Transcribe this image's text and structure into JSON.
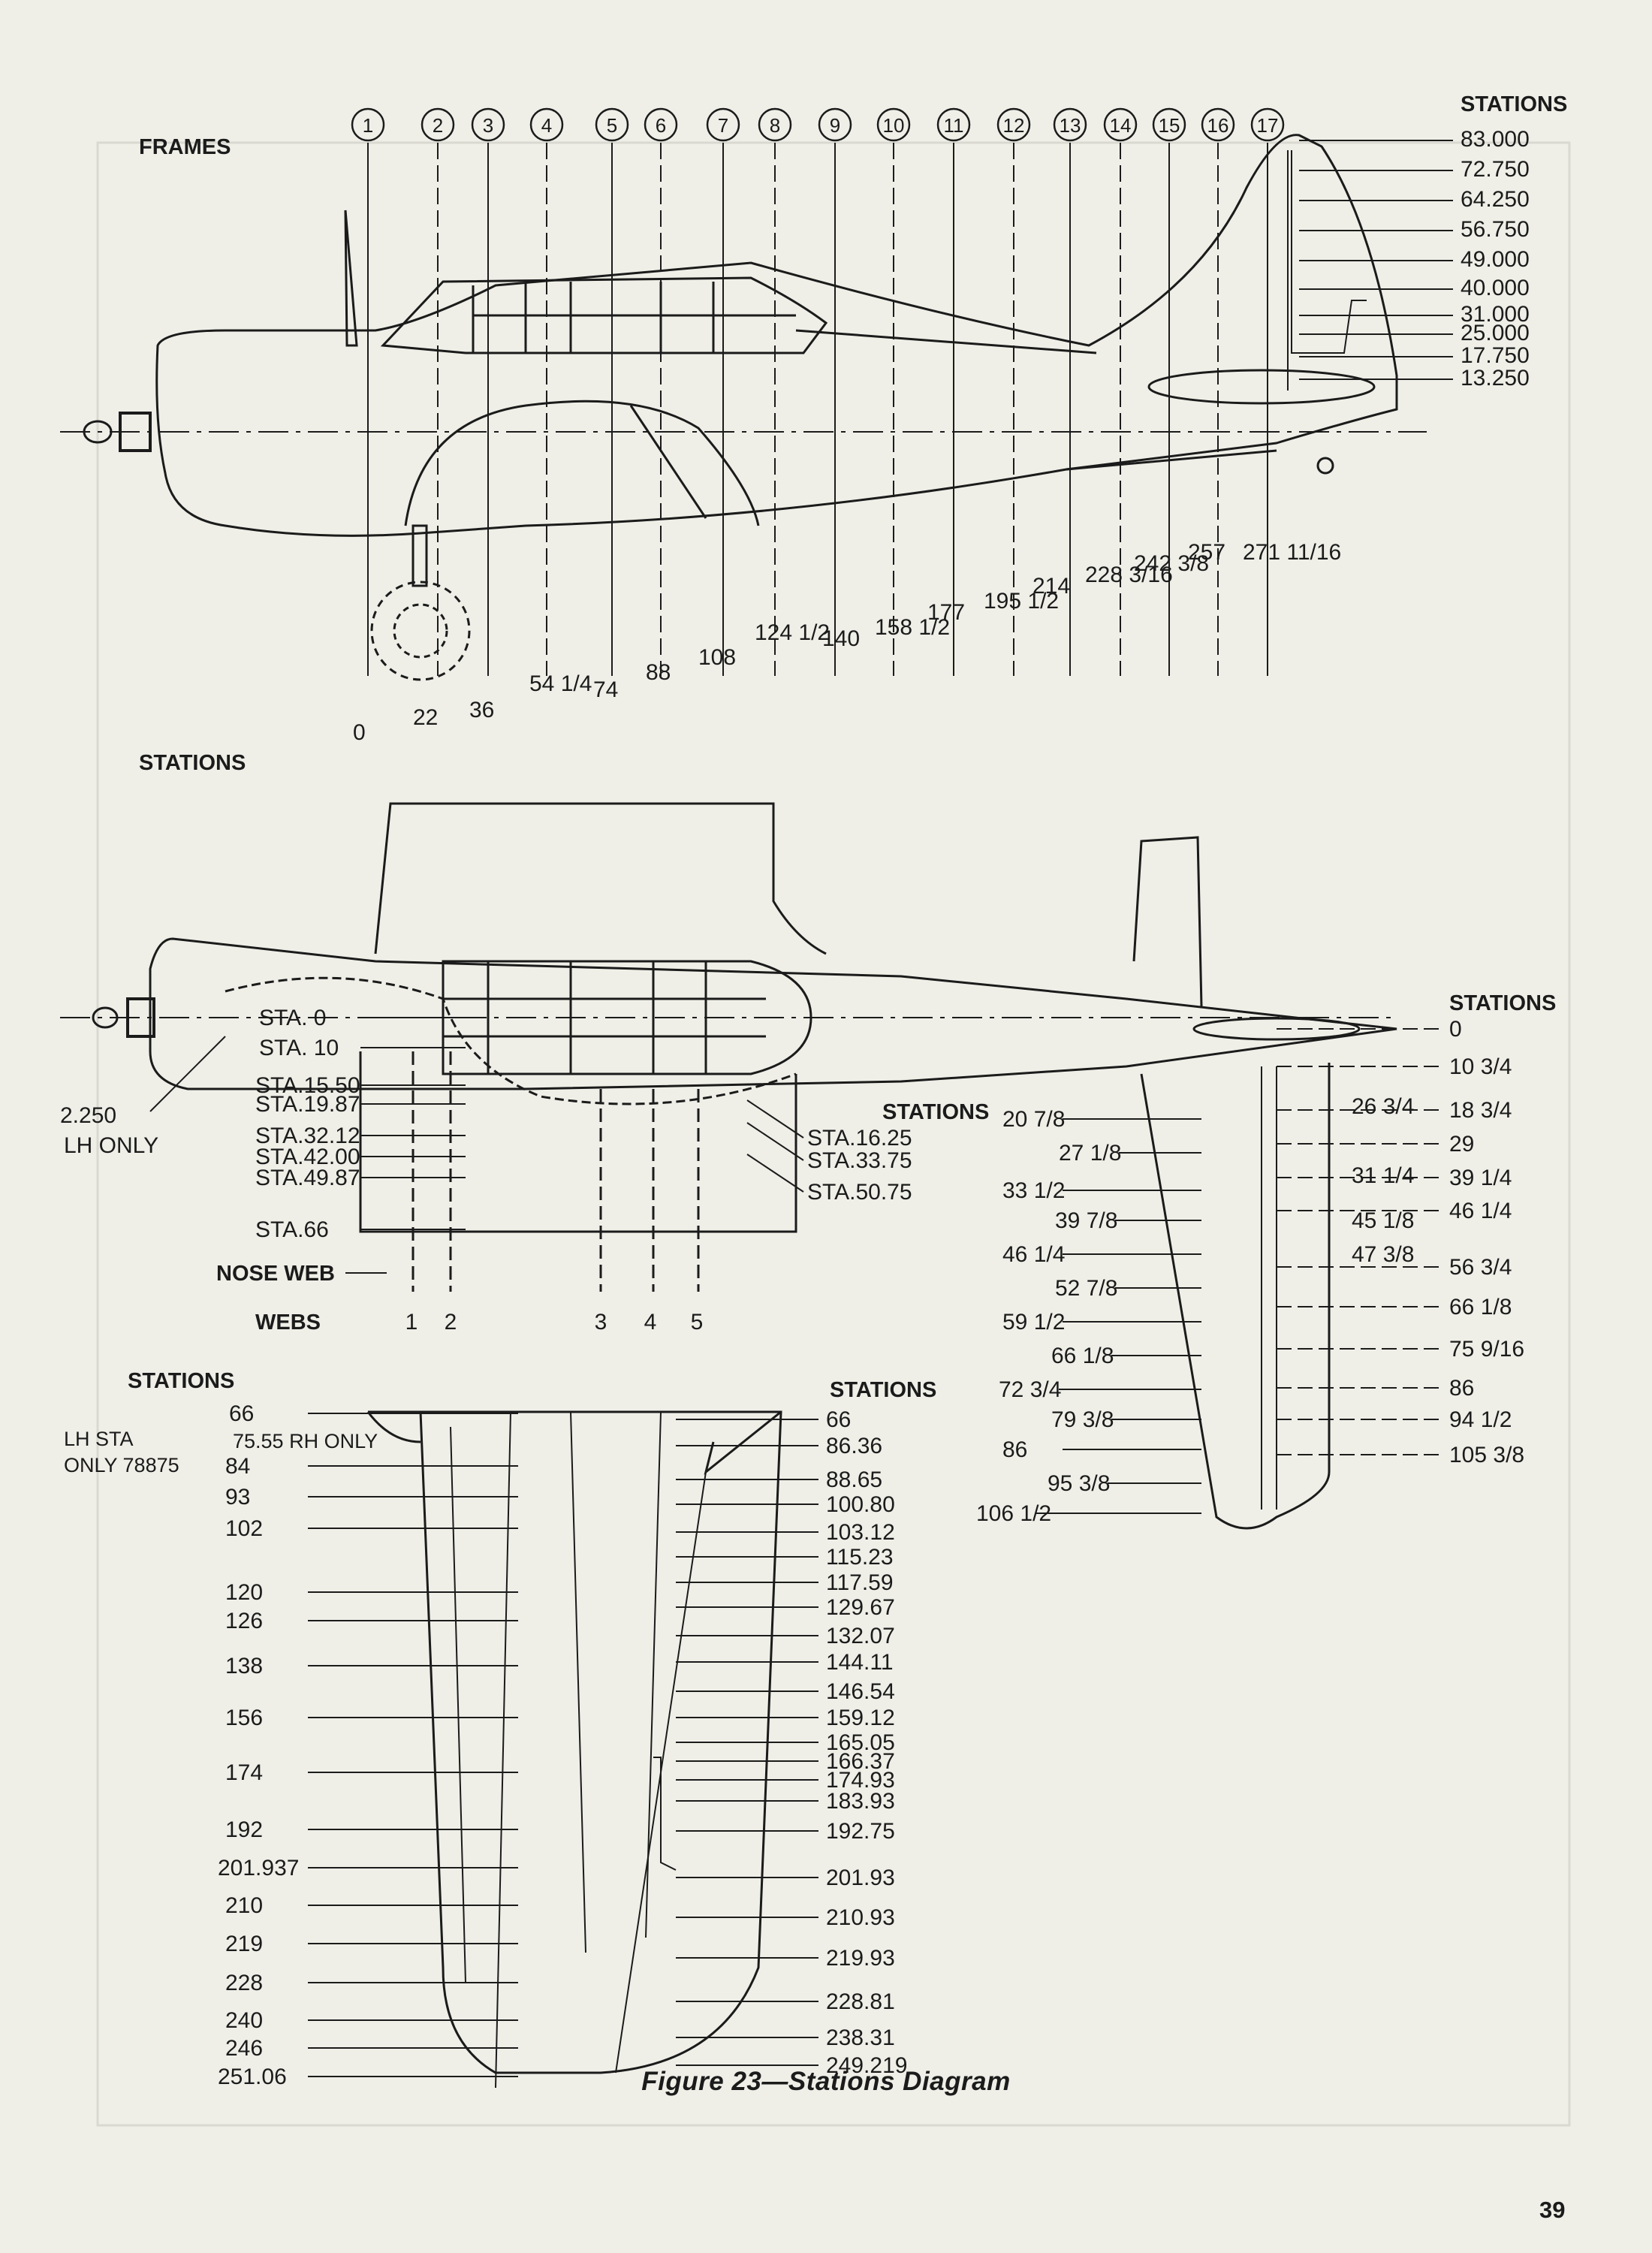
{
  "side_view": {
    "frames_title": "FRAMES",
    "stations_title": "STATIONS",
    "stations_header": "STATIONS",
    "frames": [
      "1",
      "2",
      "3",
      "4",
      "5",
      "6",
      "7",
      "8",
      "9",
      "10",
      "11",
      "12",
      "13",
      "14",
      "15",
      "16",
      "17"
    ],
    "fuselage_stations": [
      "0",
      "22",
      "36",
      "54 1/4",
      "74",
      "88",
      "108",
      "124 1/2",
      "140",
      "158 1/2",
      "177",
      "195 1/2",
      "214",
      "228 3/16",
      "242 3/8",
      "257",
      "271 11/16"
    ],
    "tail_stations": [
      "83.000",
      "72.750",
      "64.250",
      "56.750",
      "49.000",
      "40.000",
      "31.000",
      "25.000",
      "17.750",
      "13.250"
    ]
  },
  "top_view": {
    "nose_labels": [
      "STA. 0",
      "STA. 10",
      "STA.15.50",
      "STA.19.87",
      "STA.32.12",
      "STA.42.00",
      "STA.49.87",
      "STA.66"
    ],
    "right_labels": [
      "STA.16.25",
      "STA.33.75",
      "STA.50.75"
    ],
    "offset_label": "2.250",
    "offset_note": "LH ONLY",
    "nose_web": "NOSE WEB",
    "webs_title": "WEBS",
    "webs": [
      "1",
      "2",
      "3",
      "4",
      "5"
    ]
  },
  "stabilizer": {
    "title": "STATIONS",
    "mid_title": "STATIONS",
    "right_title": "STATIONS",
    "left_labels": [
      "0",
      "10 3/4",
      "18 3/4",
      "29",
      "39 1/4",
      "46 1/4",
      "56 3/4",
      "66 1/8",
      "75 9/16",
      "86",
      "94 1/2",
      "105 3/8"
    ],
    "inner_labels": [
      "26 3/4",
      "31 1/4",
      "45 1/8",
      "47 3/8"
    ],
    "mid_labels": [
      "20 7/8",
      "27 1/8",
      "33 1/2",
      "39 7/8",
      "46 1/4",
      "52 7/8",
      "59 1/2",
      "66 1/8",
      "72 3/4",
      "79 3/8",
      "86",
      "95 3/8",
      "106 1/2"
    ]
  },
  "wing": {
    "title": "STATIONS",
    "lh_sta": "LH   STA",
    "lh_only": "ONLY 78875",
    "rh_only": "75.55 RH ONLY",
    "left_stations": [
      "66",
      "84",
      "93",
      "102",
      "120",
      "126",
      "138",
      "156",
      "174",
      "192",
      "201.937",
      "210",
      "219",
      "228",
      "240",
      "246",
      "251.06"
    ],
    "right_title": "STATIONS",
    "right_stations": [
      "66",
      "86.36",
      "88.65",
      "100.80",
      "103.12",
      "115.23",
      "117.59",
      "129.67",
      "132.07",
      "144.11",
      "146.54",
      "159.12",
      "165.05",
      "166.37",
      "174.93",
      "183.93",
      "192.75",
      "201.93",
      "210.93",
      "219.93",
      "228.81",
      "238.31",
      "249.219"
    ]
  },
  "caption": "Figure 23—Stations Diagram",
  "page_number": "39"
}
